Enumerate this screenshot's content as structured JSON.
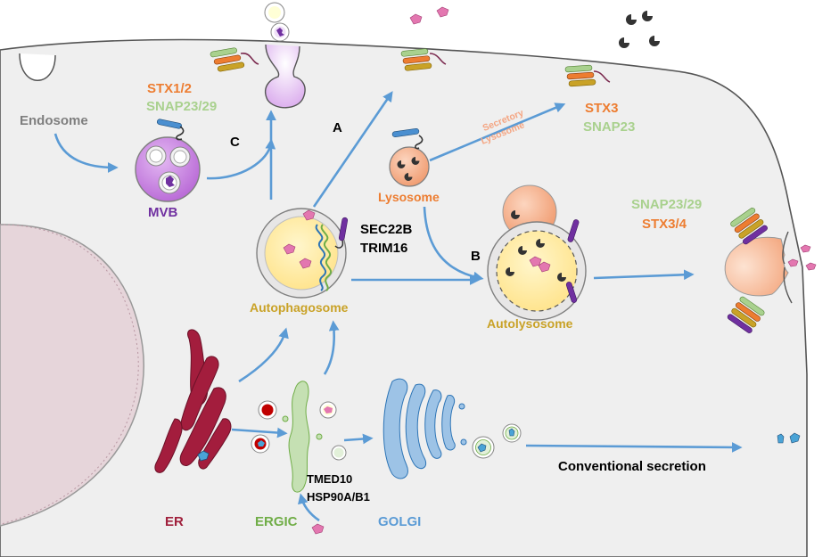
{
  "labels": {
    "endosome": "Endosome",
    "mvb": "MVB",
    "stx12": "STX1/2",
    "snap2329_top": "SNAP23/29",
    "route_c": "C",
    "route_a": "A",
    "route_b": "B",
    "secretory_1": "Secretory",
    "secretory_2": "Lysosome",
    "stx3": "STX3",
    "snap23": "SNAP23",
    "lysosome": "Lysosome",
    "sec22b": "SEC22B",
    "trim16": "TRIM16",
    "snap2329_right": "SNAP23/29",
    "stx34": "STX3/4",
    "autophagosome": "Autophagosome",
    "autolysosome": "Autolysosome",
    "tmed10": "TMED10",
    "hsp90": "HSP90A/B1",
    "conventional": "Conventional secretion",
    "er": "ER",
    "ergic": "ERGIC",
    "golgi": "GOLGI"
  },
  "colors": {
    "arrow": "#5b9bd5",
    "endosome_text": "#7f7f7f",
    "mvb_text": "#7030a0",
    "stx_text": "#ed7d31",
    "snap_text": "#a9d18e",
    "autophagosome_text": "#c9a227",
    "er_text": "#a0203c",
    "ergic_text": "#70ad47",
    "golgi_text": "#5b9bd5",
    "cytoplasm": "#efefef",
    "nucleus": "#e6d6da",
    "er": "#a31d3d",
    "mvb": "#c583e0",
    "lysosome": "#f4a582",
    "autophagosome_core": "#ffe9a0",
    "golgi": "#9dc3e6",
    "ergic": "#c5e0b3",
    "cargo": "#e377b0"
  }
}
